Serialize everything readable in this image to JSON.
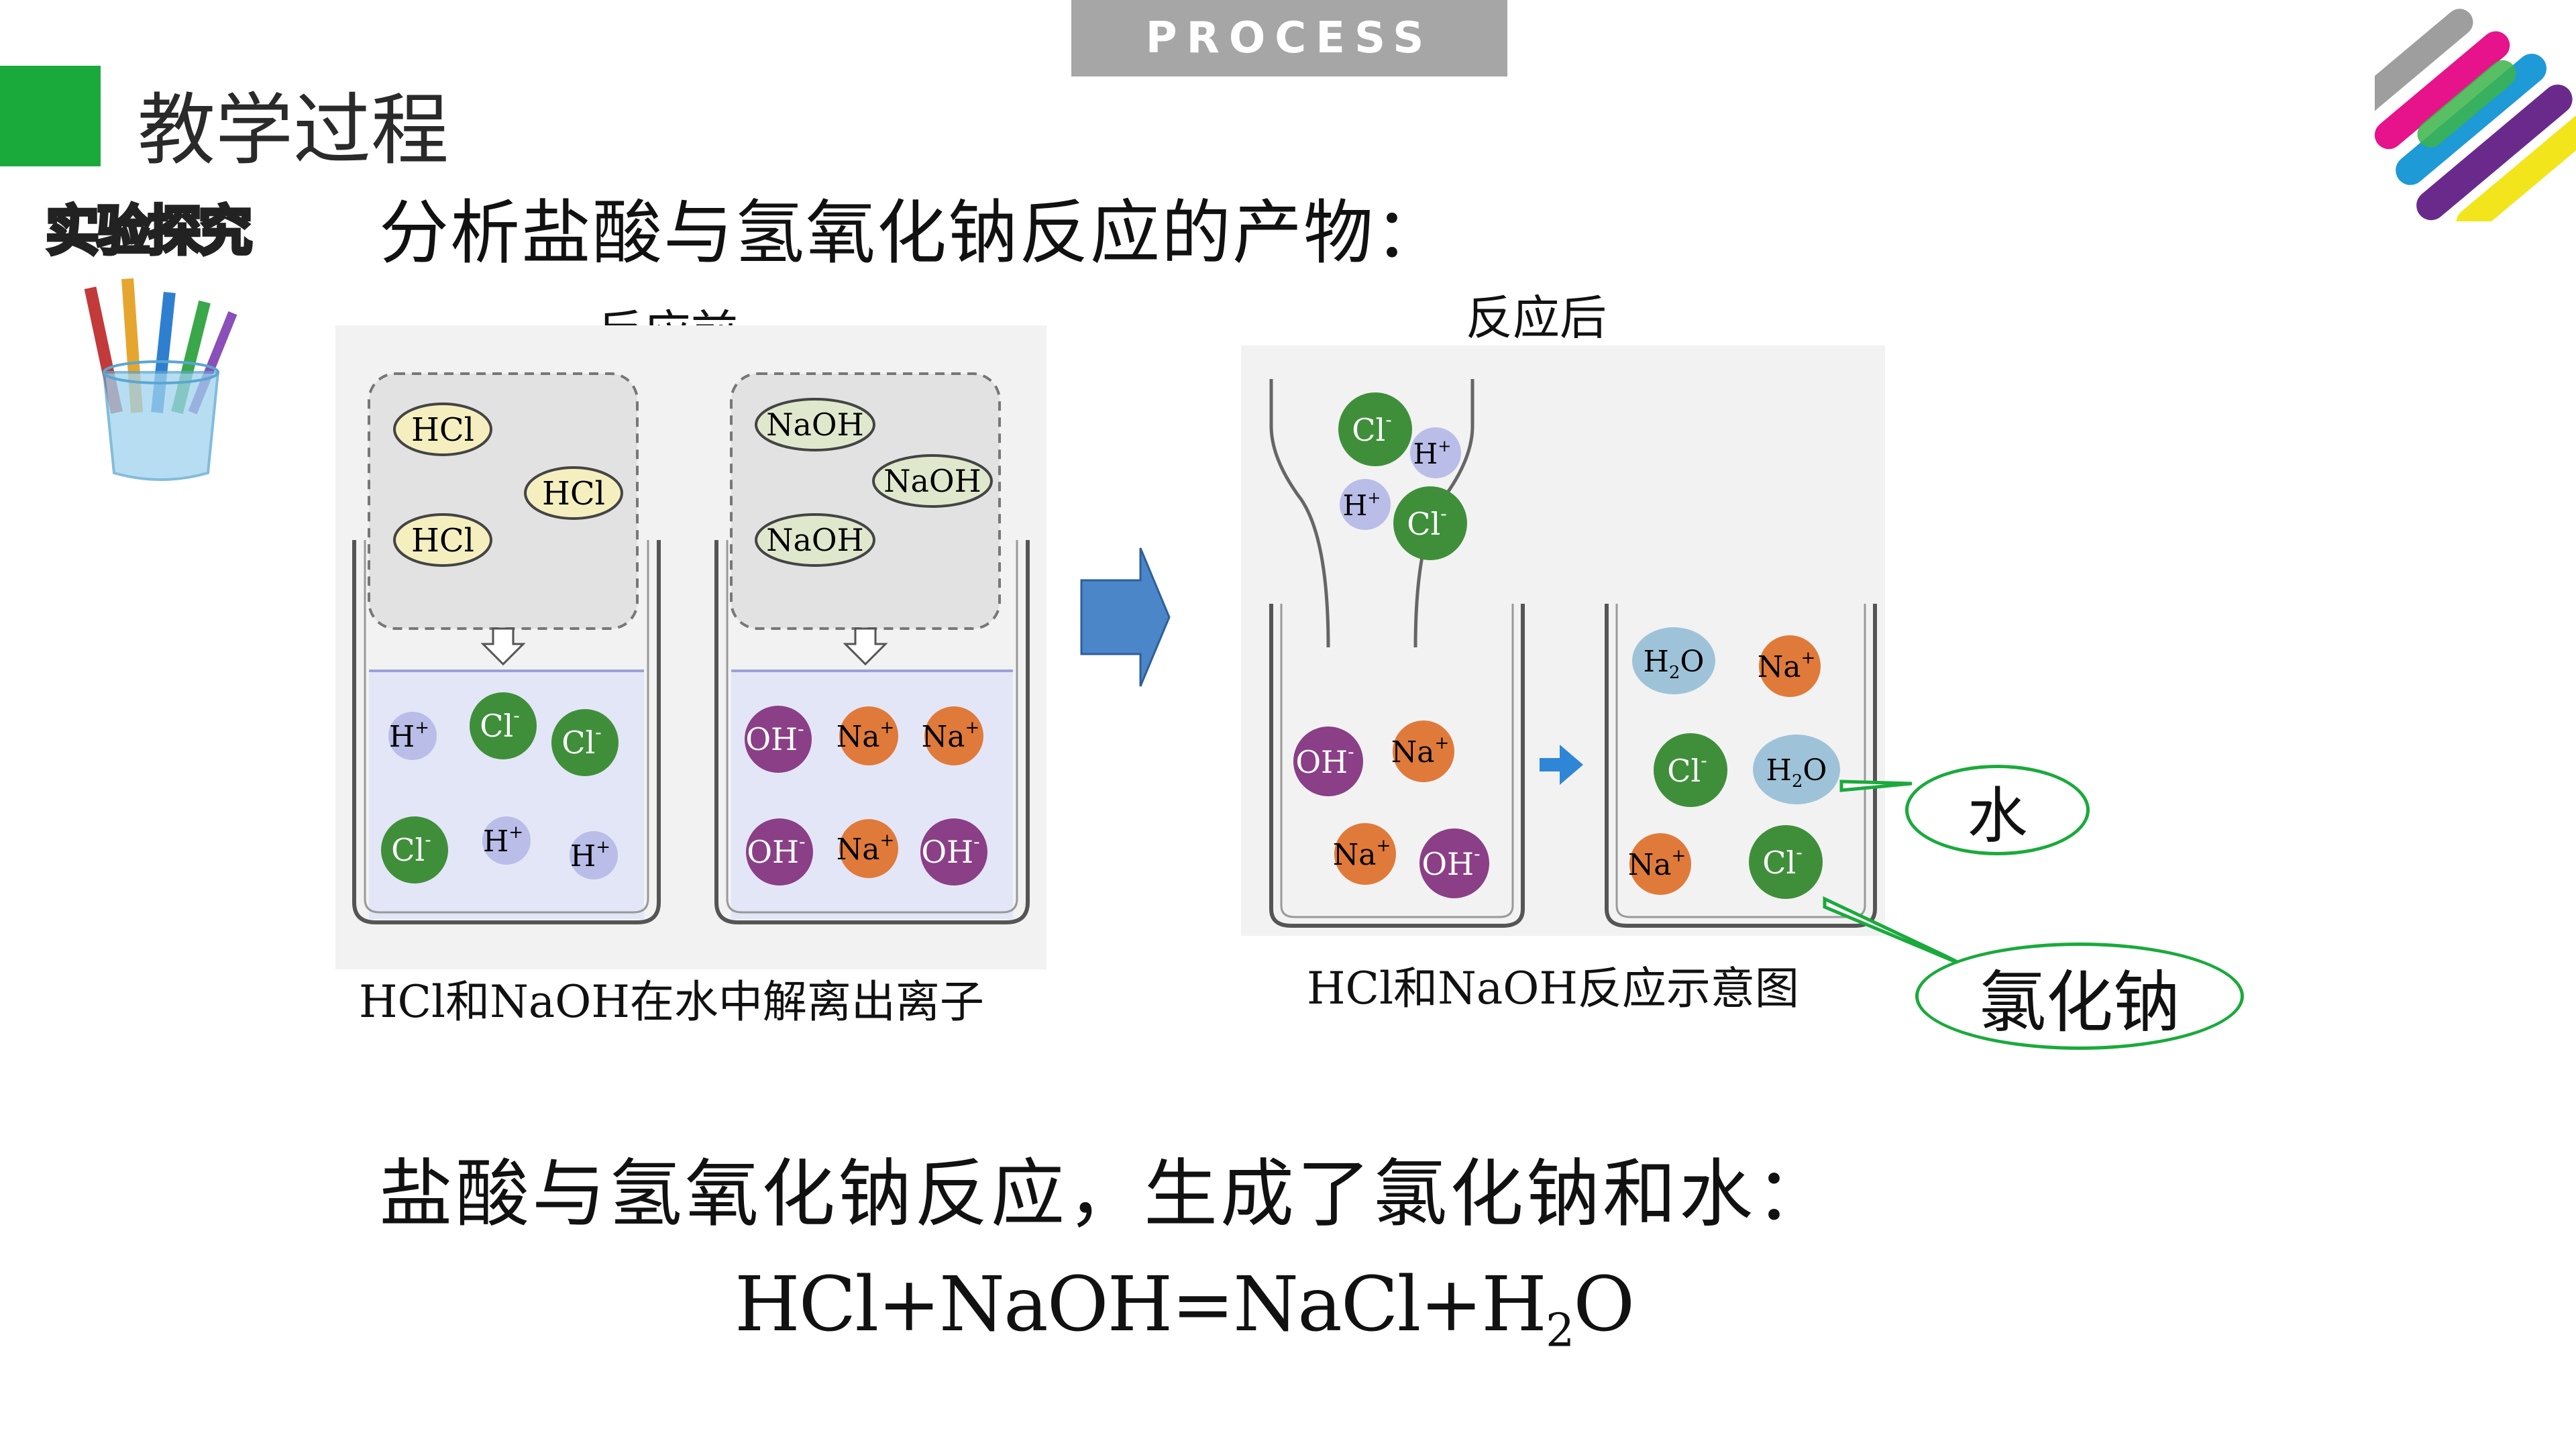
{
  "header": {
    "tab_label": "PROCESS",
    "section_title": "教学过程"
  },
  "badge": {
    "label": "实验探究"
  },
  "question": "分析盐酸与氢氧化钠反应的产物：",
  "labels": {
    "before": "反应前",
    "after": "反应后"
  },
  "captions": {
    "left": "HCl和NaOH在水中解离出离子",
    "right": "HCl和NaOH反应示意图"
  },
  "callouts": {
    "water": "水",
    "salt": "氯化钠"
  },
  "conclusion": "盐酸与氢氧化钠反应，生成了氯化钠和水：",
  "equation": {
    "main": "HCl+NaOH=NaCl+H",
    "subscript": "2",
    "tail": "O"
  },
  "ions": {
    "hcl": "HCl",
    "naoh": "NaOH",
    "h": "H",
    "cl": "Cl",
    "na": "Na",
    "oh": "OH",
    "h2o_h": "H",
    "h2o_sub": "2",
    "h2o_o": "O",
    "plus": "+",
    "minus": "-"
  },
  "colors": {
    "accent_green": "#1aaa3c",
    "tab_gray": "#a6a6a6",
    "arrow_blue": "#4a86c8",
    "cl_green": "#3f8f3a",
    "h_lavender": "#b9bde8",
    "na_orange": "#e07a3a",
    "oh_purple": "#8a3f86",
    "h2o_blue": "#9ec3d9",
    "hcl_yellow": "#f5efc0",
    "naoh_green": "#dfe8cc"
  }
}
